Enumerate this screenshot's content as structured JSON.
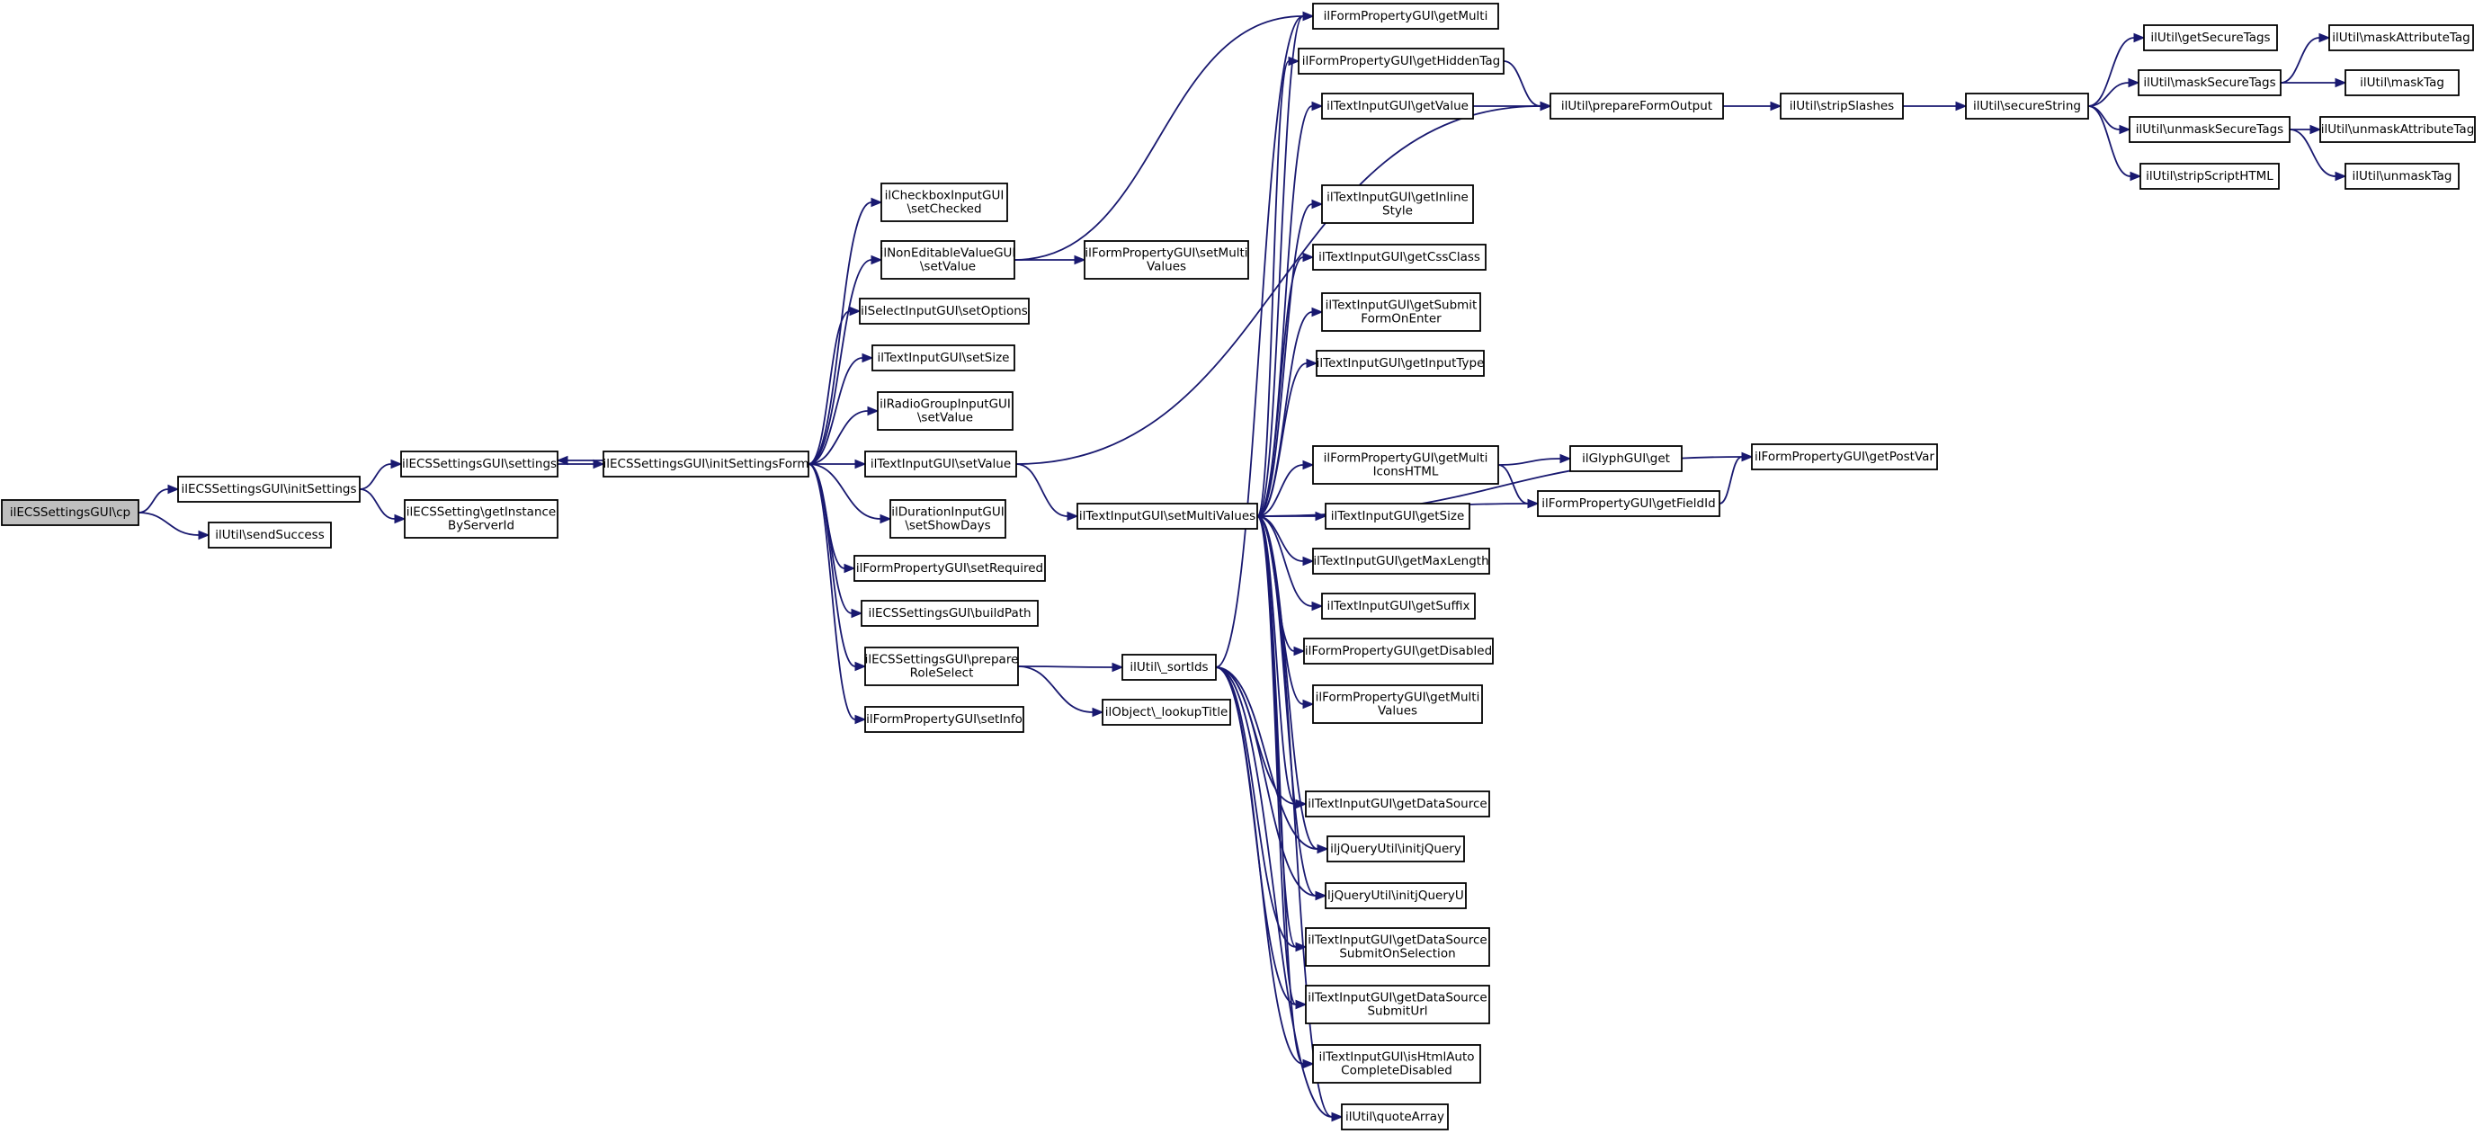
{
  "nodes": [
    {
      "id": "n01",
      "lines": [
        "ilECSSettingsGUI\\cp"
      ],
      "root": true
    },
    {
      "id": "n02",
      "lines": [
        "ilECSSettingsGUI\\initSettings"
      ]
    },
    {
      "id": "n03",
      "lines": [
        "ilUtil\\sendSuccess"
      ]
    },
    {
      "id": "n04",
      "lines": [
        "ilECSSettingsGUI\\settings"
      ]
    },
    {
      "id": "n05",
      "lines": [
        "ilECSSetting\\getInstance",
        "ByServerId"
      ]
    },
    {
      "id": "n06",
      "lines": [
        "ilECSSettingsGUI\\initSettingsForm"
      ]
    },
    {
      "id": "n07",
      "lines": [
        "ilCheckboxInputGUI",
        "\\setChecked"
      ]
    },
    {
      "id": "n08",
      "lines": [
        "ilNonEditableValueGUI",
        "\\setValue"
      ]
    },
    {
      "id": "n09",
      "lines": [
        "ilSelectInputGUI\\setOptions"
      ]
    },
    {
      "id": "n10",
      "lines": [
        "ilTextInputGUI\\setSize"
      ]
    },
    {
      "id": "n11",
      "lines": [
        "ilRadioGroupInputGUI",
        "\\setValue"
      ]
    },
    {
      "id": "n12",
      "lines": [
        "ilTextInputGUI\\setValue"
      ]
    },
    {
      "id": "n13",
      "lines": [
        "ilDurationInputGUI",
        "\\setShowDays"
      ]
    },
    {
      "id": "n14",
      "lines": [
        "ilFormPropertyGUI\\setRequired"
      ]
    },
    {
      "id": "n15",
      "lines": [
        "ilECSSettingsGUI\\buildPath"
      ]
    },
    {
      "id": "n16",
      "lines": [
        "ilECSSettingsGUI\\prepare",
        "RoleSelect"
      ]
    },
    {
      "id": "n17",
      "lines": [
        "ilFormPropertyGUI\\setInfo"
      ]
    },
    {
      "id": "n18",
      "lines": [
        "ilFormPropertyGUI\\setMulti",
        "Values"
      ]
    },
    {
      "id": "n19",
      "lines": [
        "ilTextInputGUI\\setMultiValues"
      ]
    },
    {
      "id": "n20",
      "lines": [
        "ilUtil\\_sortIds"
      ]
    },
    {
      "id": "n21",
      "lines": [
        "ilObject\\_lookupTitle"
      ]
    },
    {
      "id": "n22",
      "lines": [
        "ilFormPropertyGUI\\getMulti"
      ]
    },
    {
      "id": "n23",
      "lines": [
        "ilFormPropertyGUI\\getHiddenTag"
      ]
    },
    {
      "id": "n24",
      "lines": [
        "ilTextInputGUI\\getValue"
      ]
    },
    {
      "id": "n25",
      "lines": [
        "ilTextInputGUI\\getInline",
        "Style"
      ]
    },
    {
      "id": "n26",
      "lines": [
        "ilTextInputGUI\\getCssClass"
      ]
    },
    {
      "id": "n27",
      "lines": [
        "ilTextInputGUI\\getSubmit",
        "FormOnEnter"
      ]
    },
    {
      "id": "n28",
      "lines": [
        "ilTextInputGUI\\getInputType"
      ]
    },
    {
      "id": "n29",
      "lines": [
        "ilFormPropertyGUI\\getMulti",
        "IconsHTML"
      ]
    },
    {
      "id": "n30",
      "lines": [
        "ilTextInputGUI\\getSize"
      ]
    },
    {
      "id": "n31",
      "lines": [
        "ilTextInputGUI\\getMaxLength"
      ]
    },
    {
      "id": "n32",
      "lines": [
        "ilTextInputGUI\\getSuffix"
      ]
    },
    {
      "id": "n33",
      "lines": [
        "ilFormPropertyGUI\\getDisabled"
      ]
    },
    {
      "id": "n34",
      "lines": [
        "ilFormPropertyGUI\\getMulti",
        "Values"
      ]
    },
    {
      "id": "n35",
      "lines": [
        "ilTextInputGUI\\getDataSource"
      ]
    },
    {
      "id": "n36",
      "lines": [
        "iljQueryUtil\\initjQuery"
      ]
    },
    {
      "id": "n37",
      "lines": [
        "iljQueryUtil\\initjQueryUI"
      ]
    },
    {
      "id": "n38",
      "lines": [
        "ilTextInputGUI\\getDataSource",
        "SubmitOnSelection"
      ]
    },
    {
      "id": "n39",
      "lines": [
        "ilTextInputGUI\\getDataSource",
        "SubmitUrl"
      ]
    },
    {
      "id": "n40",
      "lines": [
        "ilTextInputGUI\\isHtmlAuto",
        "CompleteDisabled"
      ]
    },
    {
      "id": "n41",
      "lines": [
        "ilUtil\\quoteArray"
      ]
    },
    {
      "id": "n42",
      "lines": [
        "ilUtil\\prepareFormOutput"
      ]
    },
    {
      "id": "n43",
      "lines": [
        "ilUtil\\stripSlashes"
      ]
    },
    {
      "id": "n44",
      "lines": [
        "ilUtil\\secureString"
      ]
    },
    {
      "id": "n45",
      "lines": [
        "ilGlyphGUI\\get"
      ]
    },
    {
      "id": "n46",
      "lines": [
        "ilFormPropertyGUI\\getFieldId"
      ]
    },
    {
      "id": "n47",
      "lines": [
        "ilFormPropertyGUI\\getPostVar"
      ]
    },
    {
      "id": "n48",
      "lines": [
        "ilUtil\\getSecureTags"
      ]
    },
    {
      "id": "n49",
      "lines": [
        "ilUtil\\maskSecureTags"
      ]
    },
    {
      "id": "n50",
      "lines": [
        "ilUtil\\unmaskSecureTags"
      ]
    },
    {
      "id": "n51",
      "lines": [
        "ilUtil\\stripScriptHTML"
      ]
    },
    {
      "id": "n52",
      "lines": [
        "ilUtil\\maskAttributeTag"
      ]
    },
    {
      "id": "n53",
      "lines": [
        "ilUtil\\maskTag"
      ]
    },
    {
      "id": "n54",
      "lines": [
        "ilUtil\\unmaskAttributeTag"
      ]
    },
    {
      "id": "n55",
      "lines": [
        "ilUtil\\unmaskTag"
      ]
    }
  ],
  "edges": [
    [
      "n01",
      "n02"
    ],
    [
      "n01",
      "n03"
    ],
    [
      "n02",
      "n04"
    ],
    [
      "n02",
      "n05"
    ],
    [
      "n04",
      "n06"
    ],
    [
      "n06",
      "n04"
    ],
    [
      "n06",
      "n07"
    ],
    [
      "n06",
      "n08"
    ],
    [
      "n06",
      "n09"
    ],
    [
      "n06",
      "n10"
    ],
    [
      "n06",
      "n11"
    ],
    [
      "n06",
      "n12"
    ],
    [
      "n06",
      "n13"
    ],
    [
      "n06",
      "n14"
    ],
    [
      "n06",
      "n15"
    ],
    [
      "n06",
      "n16"
    ],
    [
      "n06",
      "n17"
    ],
    [
      "n08",
      "n18"
    ],
    [
      "n08",
      "n22"
    ],
    [
      "n12",
      "n19"
    ],
    [
      "n12",
      "n42"
    ],
    [
      "n16",
      "n20"
    ],
    [
      "n16",
      "n21"
    ],
    [
      "n19",
      "n22"
    ],
    [
      "n19",
      "n23"
    ],
    [
      "n19",
      "n24"
    ],
    [
      "n19",
      "n25"
    ],
    [
      "n19",
      "n26"
    ],
    [
      "n19",
      "n27"
    ],
    [
      "n19",
      "n28"
    ],
    [
      "n19",
      "n29"
    ],
    [
      "n19",
      "n30"
    ],
    [
      "n19",
      "n31"
    ],
    [
      "n19",
      "n32"
    ],
    [
      "n19",
      "n33"
    ],
    [
      "n19",
      "n34"
    ],
    [
      "n19",
      "n35"
    ],
    [
      "n19",
      "n36"
    ],
    [
      "n19",
      "n37"
    ],
    [
      "n19",
      "n38"
    ],
    [
      "n19",
      "n39"
    ],
    [
      "n19",
      "n40"
    ],
    [
      "n19",
      "n41"
    ],
    [
      "n19",
      "n46"
    ],
    [
      "n19",
      "n47"
    ],
    [
      "n20",
      "n22"
    ],
    [
      "n20",
      "n35"
    ],
    [
      "n20",
      "n36"
    ],
    [
      "n20",
      "n37"
    ],
    [
      "n20",
      "n38"
    ],
    [
      "n20",
      "n39"
    ],
    [
      "n20",
      "n40"
    ],
    [
      "n20",
      "n41"
    ],
    [
      "n23",
      "n42"
    ],
    [
      "n24",
      "n42"
    ],
    [
      "n42",
      "n43"
    ],
    [
      "n43",
      "n44"
    ],
    [
      "n44",
      "n48"
    ],
    [
      "n44",
      "n49"
    ],
    [
      "n44",
      "n50"
    ],
    [
      "n44",
      "n51"
    ],
    [
      "n49",
      "n52"
    ],
    [
      "n49",
      "n53"
    ],
    [
      "n50",
      "n54"
    ],
    [
      "n50",
      "n55"
    ],
    [
      "n29",
      "n45"
    ],
    [
      "n29",
      "n46"
    ],
    [
      "n46",
      "n47"
    ]
  ]
}
